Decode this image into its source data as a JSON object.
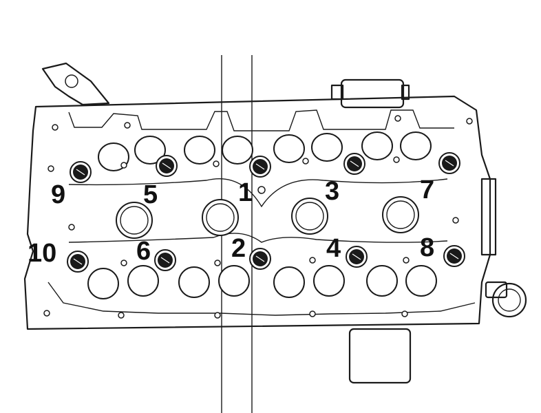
{
  "diagram": {
    "bolts": [
      {
        "label": "1"
      },
      {
        "label": "2"
      },
      {
        "label": "3"
      },
      {
        "label": "4"
      },
      {
        "label": "5"
      },
      {
        "label": "6"
      },
      {
        "label": "7"
      },
      {
        "label": "8"
      },
      {
        "label": "9"
      },
      {
        "label": "10"
      }
    ]
  }
}
